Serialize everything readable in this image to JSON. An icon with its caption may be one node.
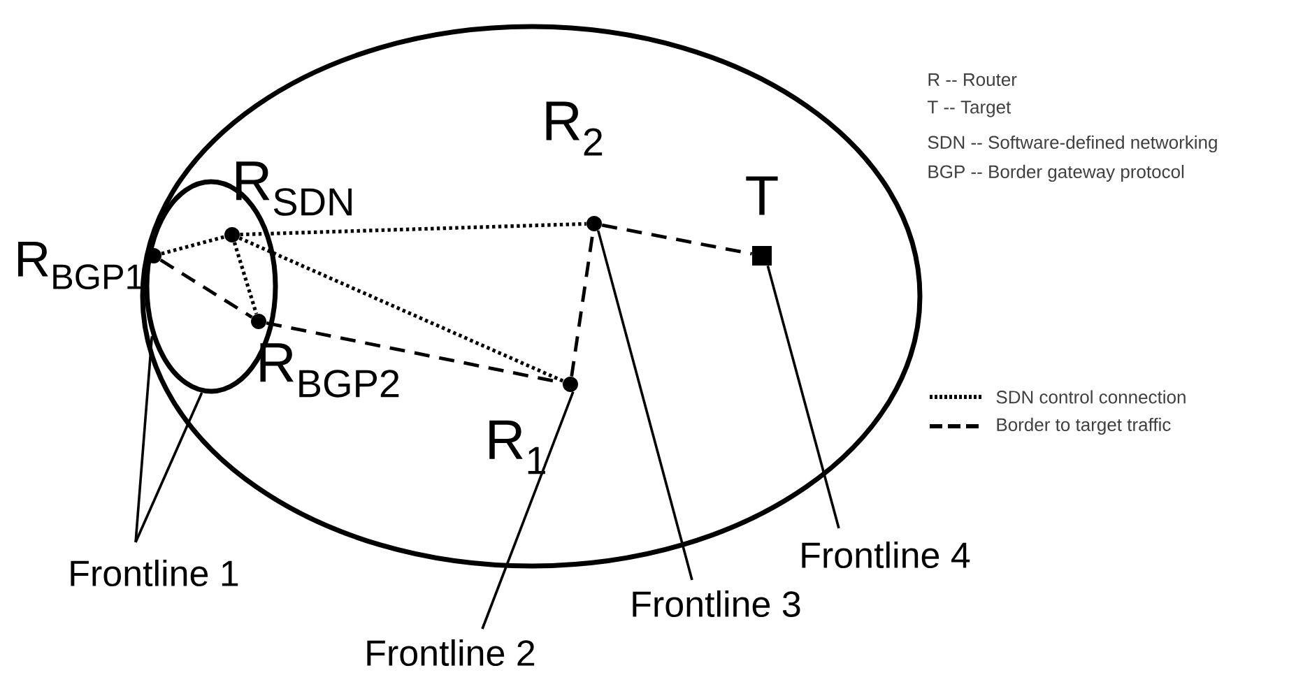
{
  "diagram": {
    "nodes": [
      {
        "text": [],
        "shape": "ellipse"
      },
      {
        "text": [],
        "shape": "ellipse",
        "in": 0
      },
      {
        "text": [
          "R$_{BGP1}$"
        ],
        "in": 1
      },
      {
        "text": [
          "R$_{SDN}$"
        ],
        "in": 1
      },
      {
        "text": [
          "R$_{BGP2}$"
        ],
        "in": 1
      },
      {
        "text": [
          "R$_{2}$"
        ],
        "in": 0
      },
      {
        "text": [
          "R$_{1}$"
        ],
        "in": 0
      },
      {
        "text": [
          "T"
        ],
        "in": 0
      },
      {
        "text": [
          "Frontline 1"
        ]
      },
      {
        "text": [
          "Frontline 2"
        ]
      },
      {
        "text": [
          "Frontline 3"
        ]
      },
      {
        "text": [
          "Frontline 4"
        ]
      }
    ],
    "edges": [
      {
        "from": 2,
        "to": 3,
        "arrow": "none",
        "style": "dashed"
      },
      {
        "from": 3,
        "to": 5,
        "arrow": "none",
        "style": "dashed"
      },
      {
        "from": 3,
        "to": 6,
        "arrow": "none",
        "style": "dashed"
      },
      {
        "from": 3,
        "to": 4,
        "arrow": "none",
        "style": "dashed"
      },
      {
        "from": 2,
        "to": 4,
        "arrow": "none",
        "style": "dashed"
      },
      {
        "from": 4,
        "to": 6,
        "arrow": "none",
        "style": "dashed"
      },
      {
        "from": 6,
        "to": 5,
        "arrow": "none",
        "style": "dashed"
      },
      {
        "from": 5,
        "to": 7,
        "arrow": "none",
        "style": "dashed"
      },
      {
        "from": 8,
        "to": 1,
        "arrow": "none"
      },
      {
        "from": 8,
        "to": 1,
        "arrow": "none"
      },
      {
        "from": 9,
        "to": 6,
        "arrow": "none"
      },
      {
        "from": 10,
        "to": 5,
        "arrow": "none"
      },
      {
        "from": 11,
        "to": 7,
        "arrow": "none"
      }
    ],
    "labels": [
      "R -- Router",
      "T -- Target",
      "SDN -- Software-defined networking",
      "BGP -- Border gateway protocol"
    ],
    "legend": [
      {
        "text": "SDN control connection"
      },
      {
        "text": "Border to target traffic"
      }
    ]
  }
}
